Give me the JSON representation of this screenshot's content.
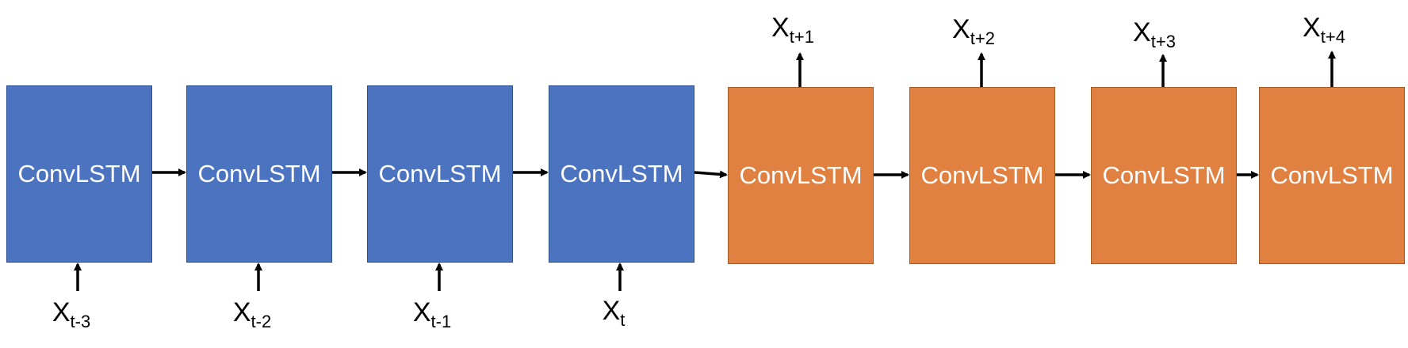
{
  "cells": [
    {
      "label": "ConvLSTM",
      "kind": "encoder",
      "input": {
        "base": "X",
        "sub": "t-3"
      }
    },
    {
      "label": "ConvLSTM",
      "kind": "encoder",
      "input": {
        "base": "X",
        "sub": "t-2"
      }
    },
    {
      "label": "ConvLSTM",
      "kind": "encoder",
      "input": {
        "base": "X",
        "sub": "t-1"
      }
    },
    {
      "label": "ConvLSTM",
      "kind": "encoder",
      "input": {
        "base": "X",
        "sub": "t"
      }
    },
    {
      "label": "ConvLSTM",
      "kind": "decoder",
      "output": {
        "base": "X",
        "sub": "t+1"
      }
    },
    {
      "label": "ConvLSTM",
      "kind": "decoder",
      "output": {
        "base": "X",
        "sub": "t+2"
      }
    },
    {
      "label": "ConvLSTM",
      "kind": "decoder",
      "output": {
        "base": "X",
        "sub": "t+3"
      }
    },
    {
      "label": "ConvLSTM",
      "kind": "decoder",
      "output": {
        "base": "X",
        "sub": "t+4"
      }
    }
  ],
  "colors": {
    "encoder": "#4c73bf",
    "decoder": "#e08141",
    "arrow": "#000000"
  }
}
